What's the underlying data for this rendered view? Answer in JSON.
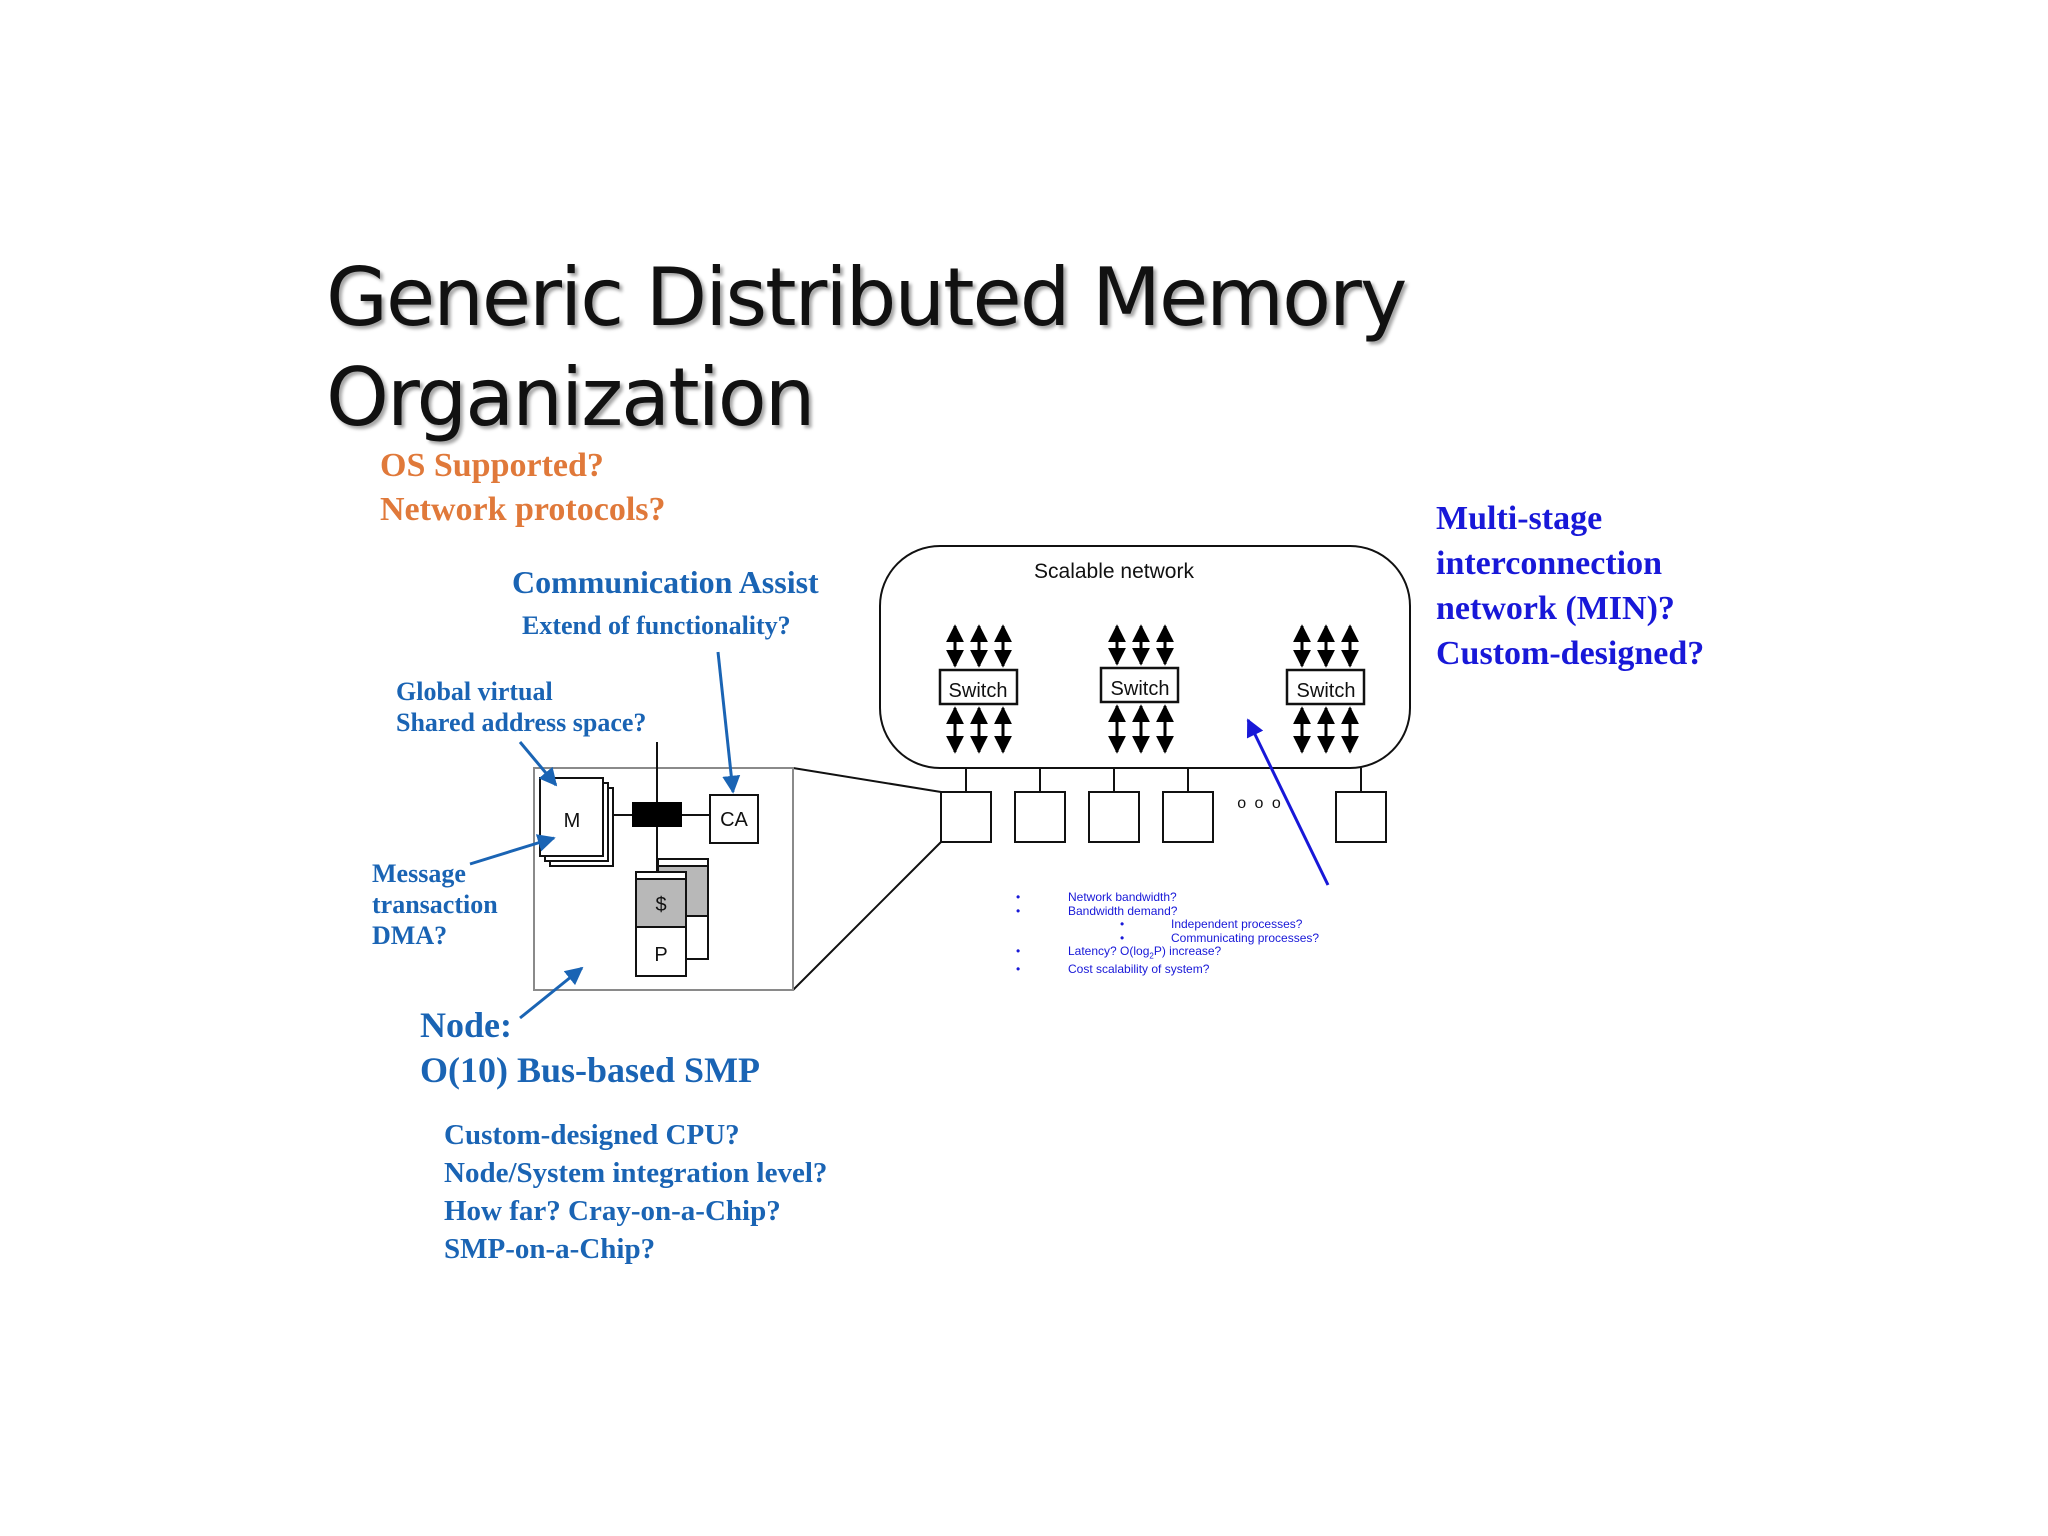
{
  "slide": {
    "title_line1": "Generic Distributed Memory",
    "title_line2": "Organization"
  },
  "os_questions": [
    "OS Supported?",
    "Network protocols?"
  ],
  "comm_assist": {
    "heading": "Communication Assist",
    "question": "Extend of functionality?"
  },
  "global_virtual": [
    "Global virtual",
    "Shared address space?"
  ],
  "message_transaction": [
    "Message",
    "transaction",
    "DMA?"
  ],
  "node": {
    "line1": "Node:",
    "line2": "O(10) Bus-based SMP",
    "questions": [
      "Custom-designed CPU?",
      "Node/System integration level?",
      "How far? Cray-on-a-Chip?",
      "SMP-on-a-Chip?"
    ]
  },
  "min_questions": [
    "Multi-stage",
    "interconnection",
    "network  (MIN)?",
    "Custom-designed?"
  ],
  "diagram": {
    "network_label": "Scalable network",
    "switch_label": "Switch",
    "memory_label": "M",
    "ca_label": "CA",
    "cache_label": "$",
    "processor_label": "P",
    "ellipsis": "o o o"
  },
  "network_bullets": {
    "bullet_glyph": "•",
    "b1": "Network bandwidth?",
    "b2": "Bandwidth demand?",
    "b2a": "Independent processes?",
    "b2b": "Communicating processes?",
    "b3_pre": "Latency?  O(log",
    "b3_sub": "2",
    "b3_post": "P) increase?",
    "b4": "Cost scalability of system?"
  },
  "colors": {
    "orange": "#e0793a",
    "blue": "#1a64b4",
    "royal_blue": "#1818d8",
    "cache_gray": "#b8b8b8",
    "bus_black": "#000000"
  }
}
